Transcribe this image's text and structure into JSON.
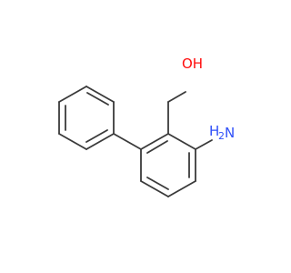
{
  "molecule": {
    "atom_labels": {
      "hydroxyl": "OH",
      "amine_n": "N",
      "amine_h": "H",
      "amine_h_count": "2"
    },
    "colors": {
      "bond": "#3a3a3a",
      "oxygen": "#ff0d0d",
      "nitrogen": "#3050f8"
    }
  }
}
